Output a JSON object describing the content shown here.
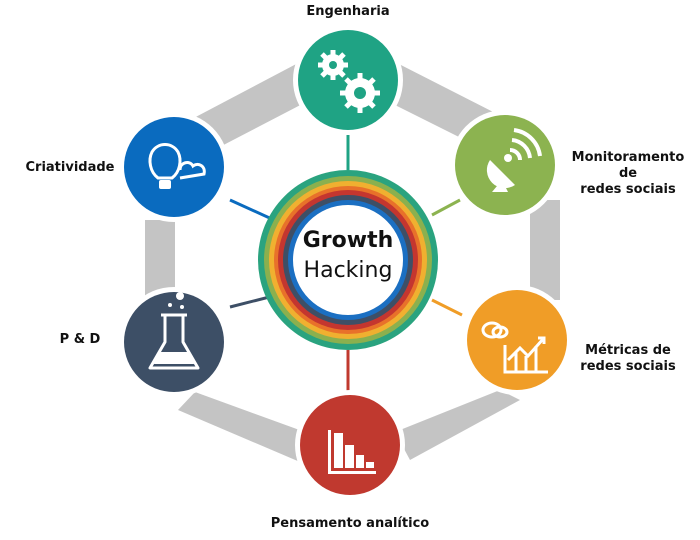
{
  "diagram": {
    "title_line1": "Growth",
    "title_line2": "Hacking",
    "colors": {
      "connector_band": "#c4c4c4",
      "ring_outer": "#2aa37f",
      "ring_green": "#8bb04e",
      "ring_yellow": "#f0b030",
      "ring_orange": "#e8712a",
      "ring_red": "#c4362f",
      "ring_navy": "#3e4f66",
      "ring_blue": "#1b6fc2"
    },
    "nodes": [
      {
        "id": "engenharia",
        "label": "Engenharia",
        "icon": "gears-icon",
        "color": "#1fa384"
      },
      {
        "id": "monitoramento",
        "label_line1": "Monitoramento",
        "label_line2": "de",
        "label_line3": "redes sociais",
        "icon": "satellite-dish-icon",
        "color": "#8cb350"
      },
      {
        "id": "metricas",
        "label_line1": "Métricas de",
        "label_line2": "redes sociais",
        "icon": "chart-growth-icon",
        "color": "#f09d27"
      },
      {
        "id": "pensamento",
        "label": "Pensamento analítico",
        "icon": "bar-chart-icon",
        "color": "#c0392f"
      },
      {
        "id": "pd",
        "label": "P & D",
        "icon": "flask-icon",
        "color": "#3d4f66"
      },
      {
        "id": "criatividade",
        "label": "Criatividade",
        "icon": "lightbulb-cloud-icon",
        "color": "#0a6bbf"
      }
    ]
  }
}
